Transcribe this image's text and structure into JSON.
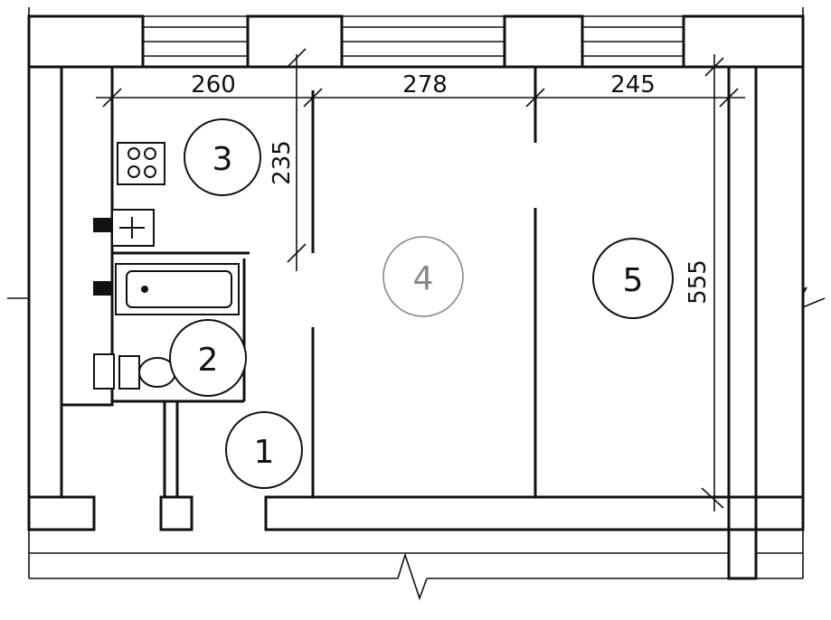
{
  "dimensions": {
    "top_left": "260",
    "top_middle": "278",
    "top_right": "245",
    "kitchen_depth": "235",
    "right_depth": "555"
  },
  "rooms": {
    "room_1": "1",
    "room_2": "2",
    "room_3": "3",
    "room_4": "4",
    "room_5": "5"
  }
}
